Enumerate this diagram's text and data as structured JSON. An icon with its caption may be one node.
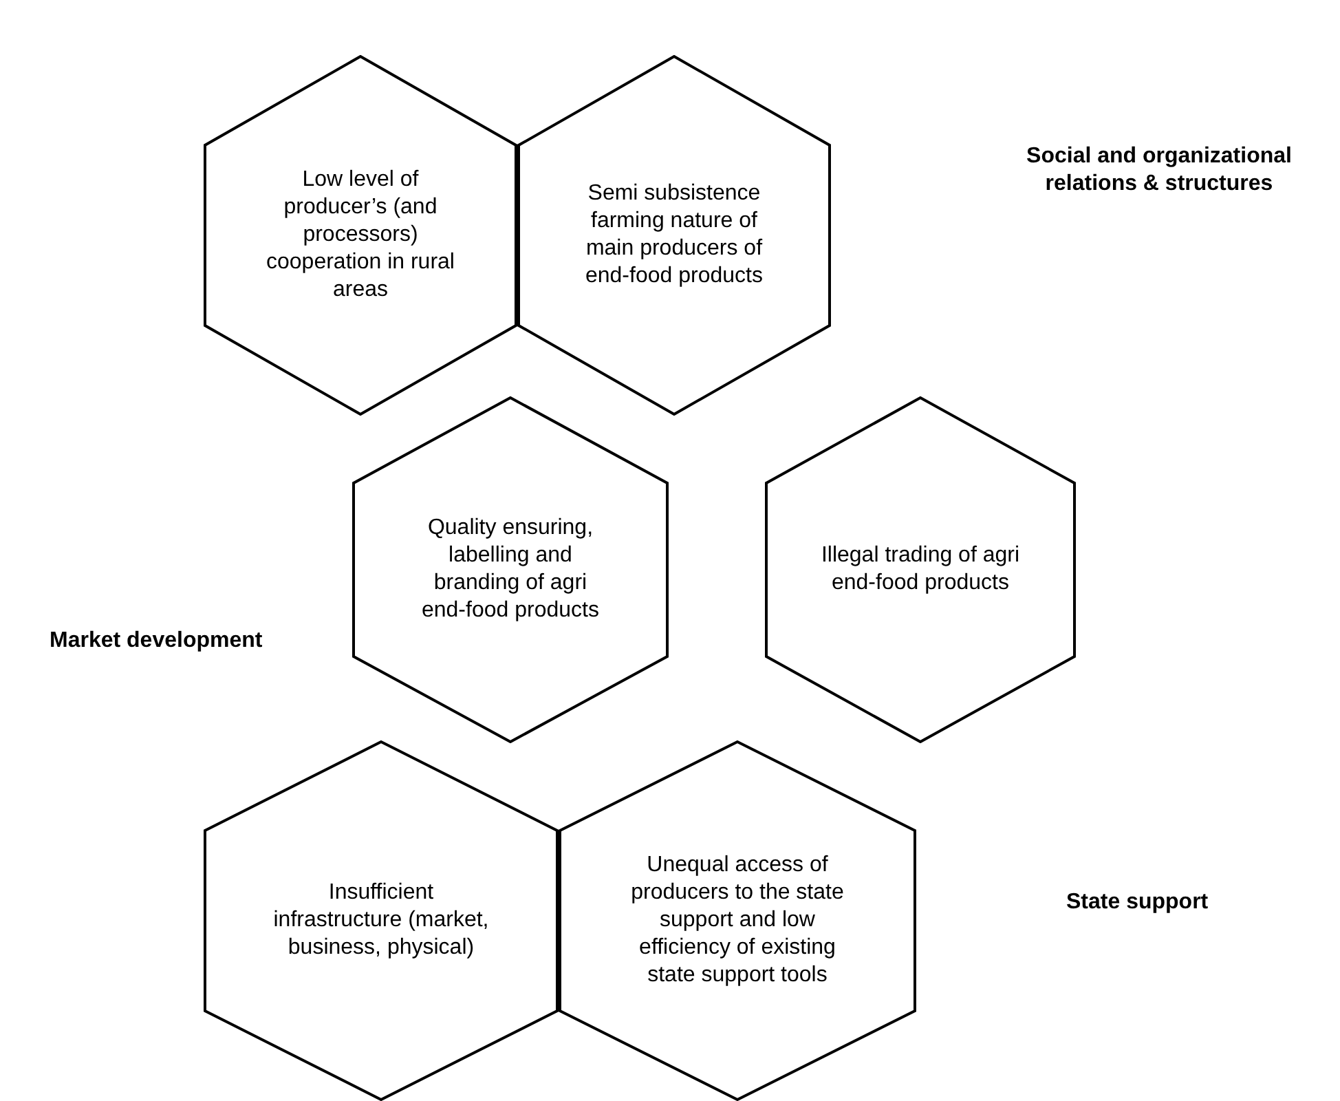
{
  "diagram": {
    "nodes": [
      {
        "text": [
          "Low level of producer’s (and processors) cooperation in rural areas"
        ]
      },
      {
        "text": [
          "Semi subsistence farming nature of main producers of end-food products"
        ]
      },
      {
        "text": [
          "Quality ensuring, labelling and branding of agri end-food products"
        ]
      },
      {
        "text": [
          "Illegal trading of agri end-food products"
        ]
      },
      {
        "text": [
          "Insufficient infrastructure (market, business, physical)"
        ]
      },
      {
        "text": [
          "Unequal access of producers to the state support and low efficiency of existing state support tools"
        ]
      }
    ],
    "edges": [],
    "labels": [
      "Social and organizational relations & structures",
      "Market development",
      "State support"
    ]
  }
}
